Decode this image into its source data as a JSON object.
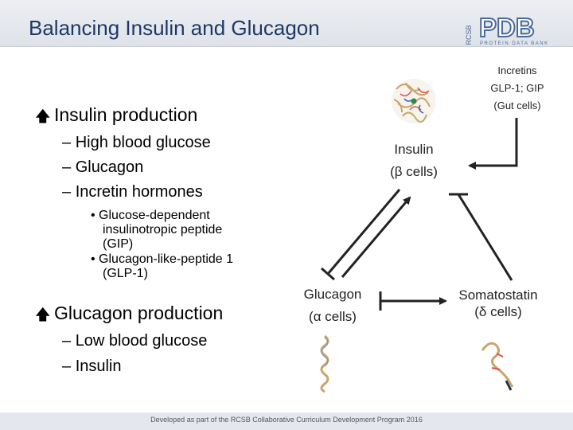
{
  "title": "Balancing Insulin and Glucagon",
  "logo": {
    "prefix": "RCSB",
    "main": "PDB",
    "sub": "PROTEIN DATA BANK"
  },
  "bullets": {
    "insulin_heading": "Insulin production",
    "insulin_items": [
      "High blood glucose",
      "Glucagon",
      "Incretin hormones"
    ],
    "incretin_subitems": [
      [
        "Glucose-dependent",
        "insulinotropic peptide",
        "(GIP)"
      ],
      [
        "Glucagon-like-peptide 1",
        "(GLP-1)"
      ]
    ],
    "glucagon_heading": "Glucagon production",
    "glucagon_items": [
      "Low blood glucose",
      "Insulin"
    ]
  },
  "diagram": {
    "incretins": {
      "line1": "Incretins",
      "line2": "GLP-1; GIP",
      "line3": "(Gut cells)"
    },
    "insulin": {
      "line1": "Insulin",
      "line2": "(β cells)"
    },
    "glucagon": {
      "line1": "Glucagon",
      "line2": "(α cells)"
    },
    "somatostatin": {
      "line1": "Somatostatin",
      "line2": "(δ cells)"
    }
  },
  "footer": "Developed as part of the RCSB Collaborative Curriculum Development Program 2016",
  "colors": {
    "title": "#1f3864",
    "logo": "#4a6a9b",
    "line": "#222222"
  }
}
